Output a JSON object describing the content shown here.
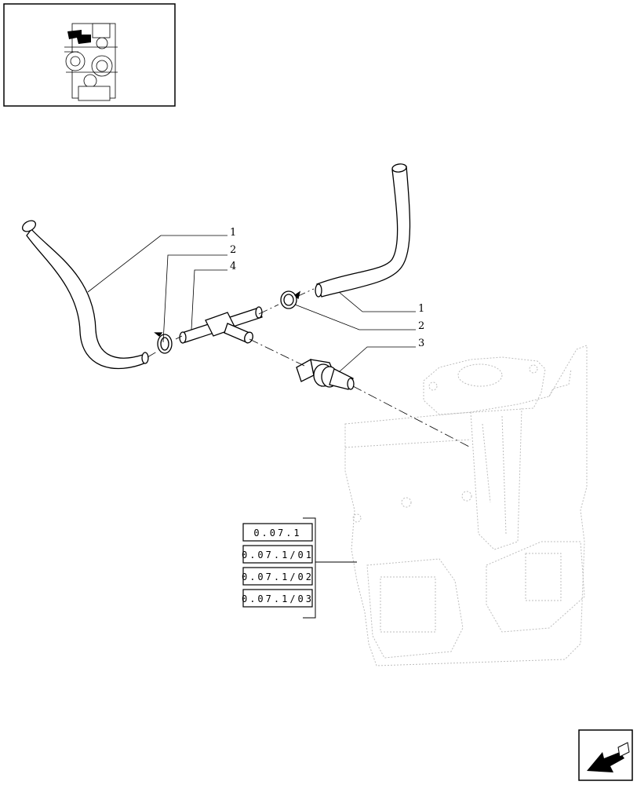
{
  "callouts": {
    "left_1": "1",
    "left_2": "2",
    "left_4": "4",
    "right_1": "1",
    "right_2": "2",
    "right_3": "3"
  },
  "references": [
    "0.07.1",
    "0.07.1/01",
    "0.07.1/02",
    "0.07.1/03"
  ]
}
